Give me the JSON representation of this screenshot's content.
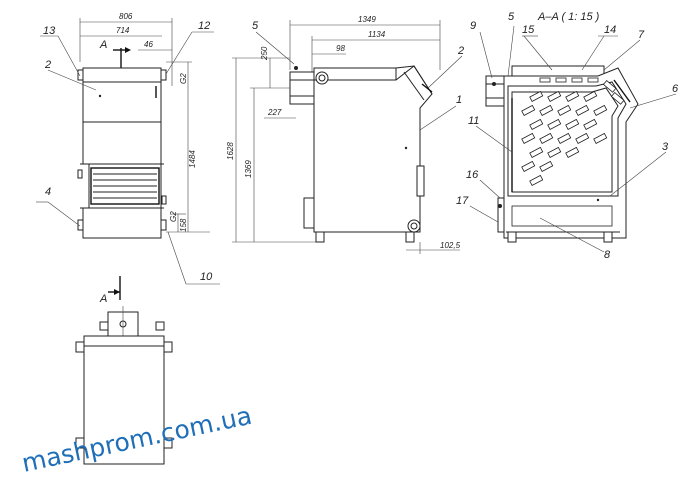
{
  "dims": {
    "d806": "806",
    "d714": "714",
    "d46": "46",
    "d1349": "1349",
    "d1134": "1134",
    "d98": "98",
    "d250": "250",
    "d227": "227",
    "d1628": "1628",
    "d1369": "1369",
    "d1484": "1484",
    "d158": "158",
    "dG2a": "G2",
    "dG2b": "G2",
    "d102": "102,5"
  },
  "labels": {
    "l1": "1",
    "l2a": "2",
    "l2b": "2",
    "l3": "3",
    "l4": "4",
    "l5a": "5",
    "l5b": "5",
    "l6": "6",
    "l7": "7",
    "l8": "8",
    "l9": "9",
    "l10": "10",
    "l11": "11",
    "l12": "12",
    "l13": "13",
    "l14": "14",
    "l15": "15",
    "l16": "16",
    "l17": "17"
  },
  "view_marks": {
    "top": "A",
    "bottom": "A"
  },
  "section_title": "A–A ( 1: 15 )",
  "watermark": "mashprom.com.ua"
}
